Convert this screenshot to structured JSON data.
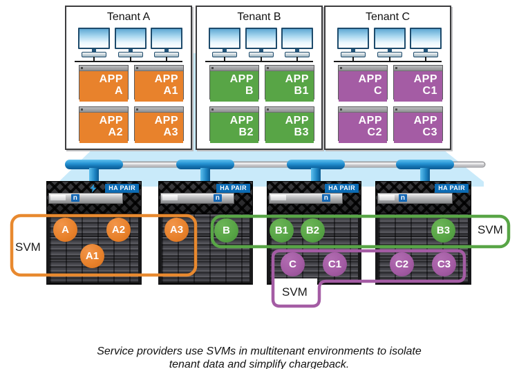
{
  "caption": "Service providers use SVMs in multitenant environments to isolate tenant data and simplify chargeback.",
  "tenants": [
    {
      "name": "Tenant A",
      "color": "#E8822C",
      "apps": [
        {
          "top": "APP",
          "bottom": "A"
        },
        {
          "top": "APP",
          "bottom": "A1"
        },
        {
          "top": "APP",
          "bottom": "A2"
        },
        {
          "top": "APP",
          "bottom": "A3"
        }
      ]
    },
    {
      "name": "Tenant B",
      "color": "#58A546",
      "apps": [
        {
          "top": "APP",
          "bottom": "B"
        },
        {
          "top": "APP",
          "bottom": "B1"
        },
        {
          "top": "APP",
          "bottom": "B2"
        },
        {
          "top": "APP",
          "bottom": "B3"
        }
      ]
    },
    {
      "name": "Tenant C",
      "color": "#A45CA4",
      "apps": [
        {
          "top": "APP",
          "bottom": "C"
        },
        {
          "top": "APP",
          "bottom": "C1"
        },
        {
          "top": "APP",
          "bottom": "C2"
        },
        {
          "top": "APP",
          "bottom": "C3"
        }
      ]
    }
  ],
  "storage": {
    "arrays": [
      {
        "badge": "HA PAIR",
        "lightning": true,
        "logo": "n"
      },
      {
        "badge": "HA PAIR",
        "lightning": false,
        "logo": "n"
      },
      {
        "badge": "HA PAIR",
        "lightning": false,
        "logo": "n"
      },
      {
        "badge": "HA PAIR",
        "lightning": false,
        "logo": "n"
      }
    ],
    "volumes": [
      {
        "label": "A",
        "tenant": "A"
      },
      {
        "label": "A2",
        "tenant": "A"
      },
      {
        "label": "A1",
        "tenant": "A"
      },
      {
        "label": "A3",
        "tenant": "A"
      },
      {
        "label": "B",
        "tenant": "B"
      },
      {
        "label": "B1",
        "tenant": "B"
      },
      {
        "label": "B2",
        "tenant": "B"
      },
      {
        "label": "B3",
        "tenant": "B"
      },
      {
        "label": "C",
        "tenant": "C"
      },
      {
        "label": "C1",
        "tenant": "C"
      },
      {
        "label": "C2",
        "tenant": "C"
      },
      {
        "label": "C3",
        "tenant": "C"
      }
    ]
  },
  "svm_outlines": [
    {
      "label": "SVM",
      "color": "#E8892F",
      "tenant": "A"
    },
    {
      "label": "SVM",
      "color": "#58A546",
      "tenant": "B"
    },
    {
      "label": "SVM",
      "color": "#A45CA4",
      "tenant": "C"
    }
  ],
  "colors": {
    "orange": "#E8822C",
    "green": "#58A546",
    "purple": "#A45CA4",
    "funnel_blue": "#C9EAFA",
    "pipe_blue": "#1B82C4",
    "ha_badge_blue": "#0B6BB4",
    "netapp_logo_blue": "#1467B4"
  }
}
